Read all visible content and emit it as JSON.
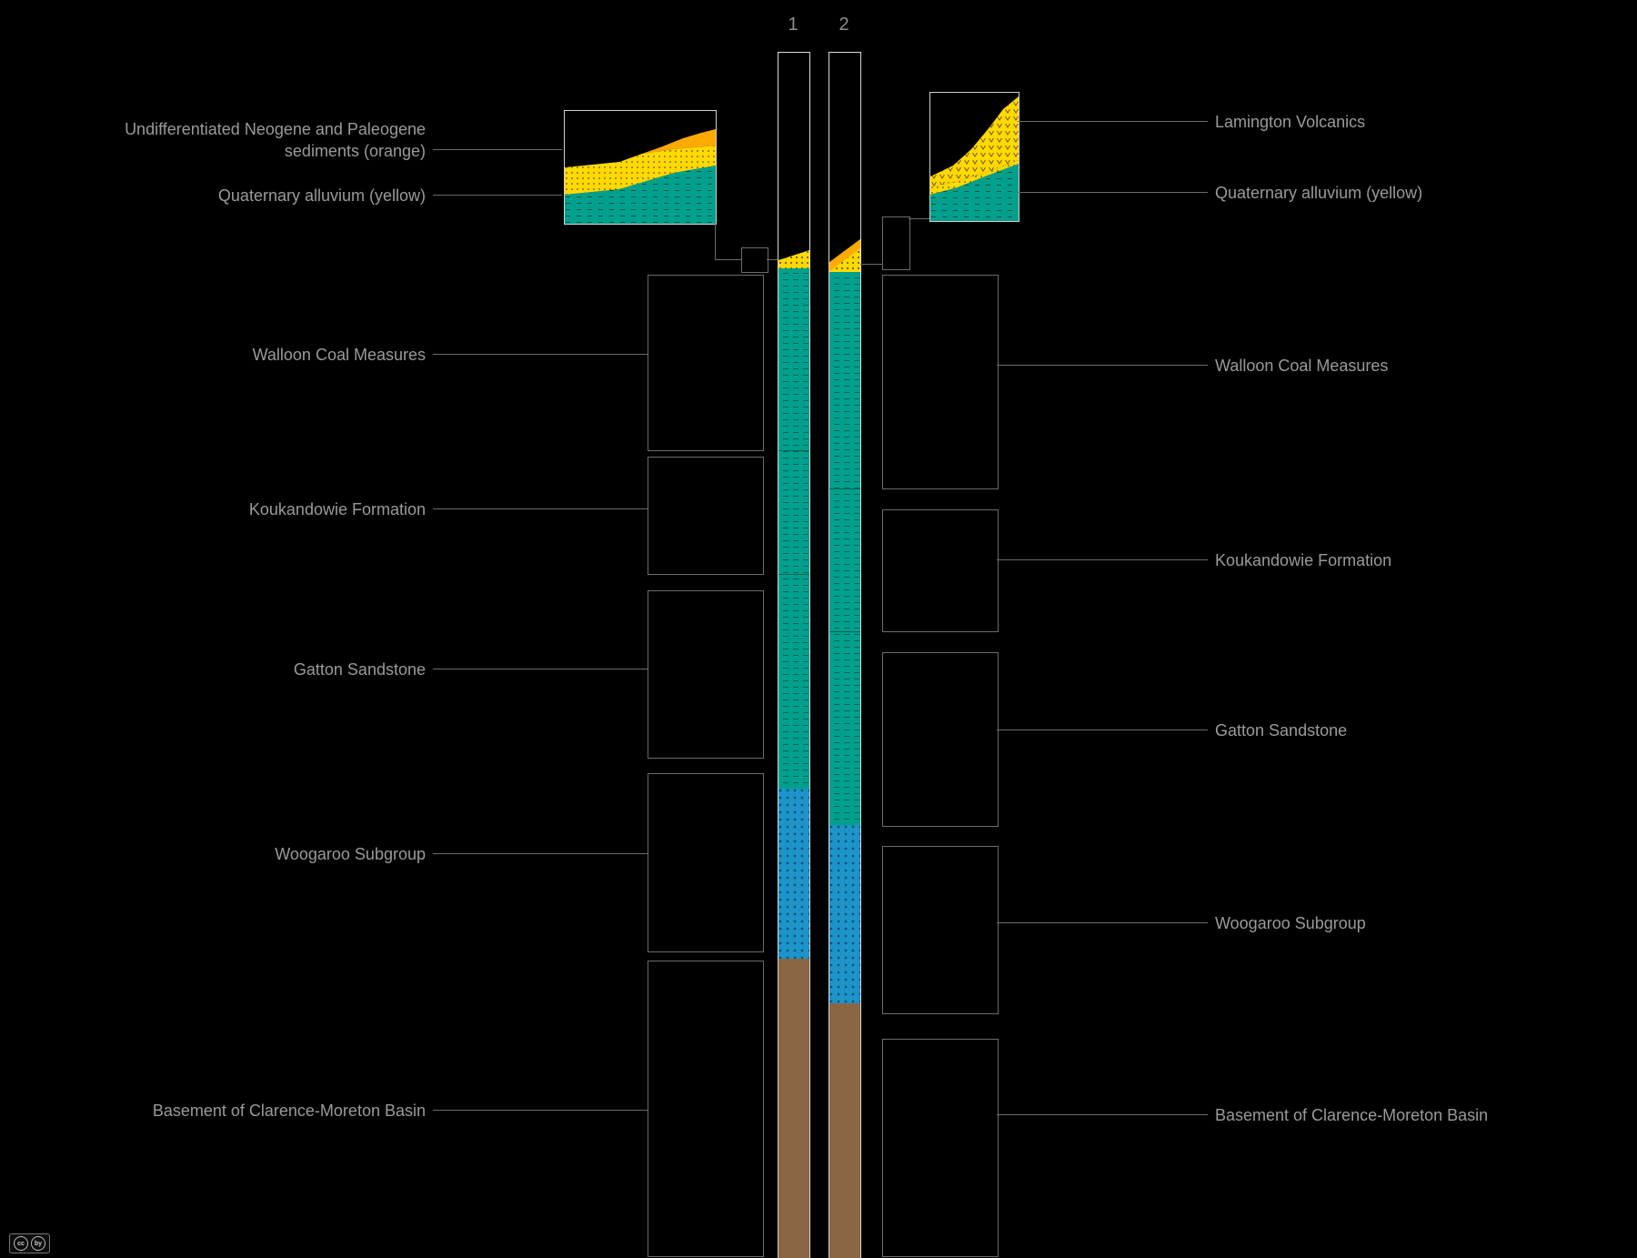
{
  "wells": {
    "well1": "1",
    "well2": "2"
  },
  "left_labels": {
    "undifferentiated": "Undifferentiated Neogene and Paleogene sediments (orange)",
    "quaternary": "Quaternary alluvium (yellow)",
    "walloon": "Walloon Coal Measures",
    "koukandowie": "Koukandowie Formation",
    "gatton": "Gatton Sandstone",
    "woogaroo": "Woogaroo Subgroup",
    "basement": "Basement of Clarence-Moreton Basin"
  },
  "right_labels": {
    "lamington": "Lamington Volcanics",
    "quaternary": "Quaternary alluvium (yellow)",
    "walloon": "Walloon Coal Measures",
    "koukandowie": "Koukandowie Formation",
    "gatton": "Gatton Sandstone",
    "woogaroo": "Woogaroo Subgroup",
    "basement": "Basement of Clarence-Moreton Basin"
  },
  "colors": {
    "teal_formations": "#00A08C",
    "blue_woogaroo": "#1D94C9",
    "brown_basement": "#8A6642",
    "yellow_alluvium": "#FFD900",
    "orange_sediments": "#FFAA00",
    "background": "#000000",
    "line": "#6B6B6B",
    "text": "#9A9A9A"
  },
  "license_badge": {
    "cc": "cc",
    "by": "by"
  }
}
